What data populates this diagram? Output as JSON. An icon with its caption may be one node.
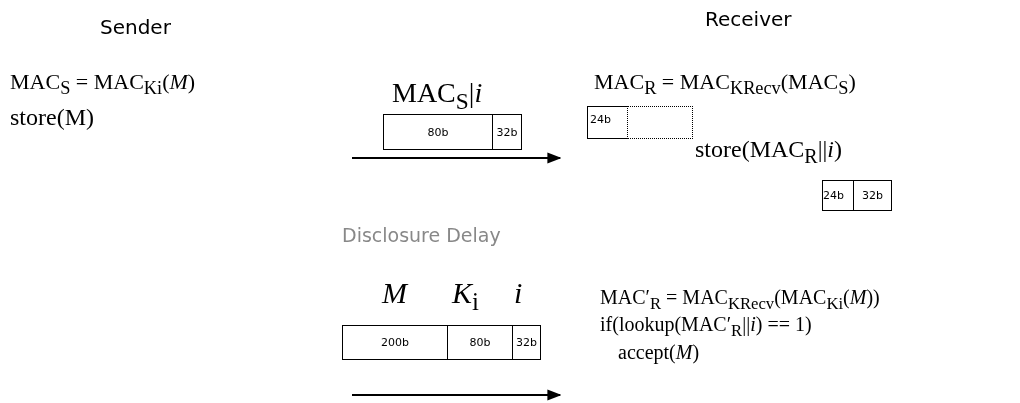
{
  "diagram": {
    "nodes": [
      {
        "text": [
          "80b"
        ]
      },
      {
        "text": [
          "32b"
        ]
      },
      {
        "text": [
          "24b"
        ]
      },
      {
        "text": [],
        "shape": "box"
      },
      {
        "text": [
          "24b"
        ]
      },
      {
        "text": [
          "32b"
        ]
      },
      {
        "text": [
          "200b"
        ]
      },
      {
        "text": [
          "80b"
        ]
      },
      {
        "text": [
          "32b"
        ]
      }
    ],
    "labels": [
      "Sender",
      "Receiver",
      "MAC$_{S}$ = MAC$_{Ki}$(*M*)",
      "store(M)",
      "MAC$_{S}$|*i*",
      "MAC$_{R}$ = MAC$_{KRecv}$(MAC$_{S}$)",
      "store(MAC$_{R}$||*i*)",
      "Disclosure Delay",
      "*M*",
      "*K*$_{i}$",
      "*i*",
      "MAC′$_{R}$ = MAC$_{KRecv}$(MAC$_{Ki}$(*M*))",
      "if(lookup(MAC′$_{R}$||*i*) == 1)",
      "accept(*M*)"
    ]
  }
}
